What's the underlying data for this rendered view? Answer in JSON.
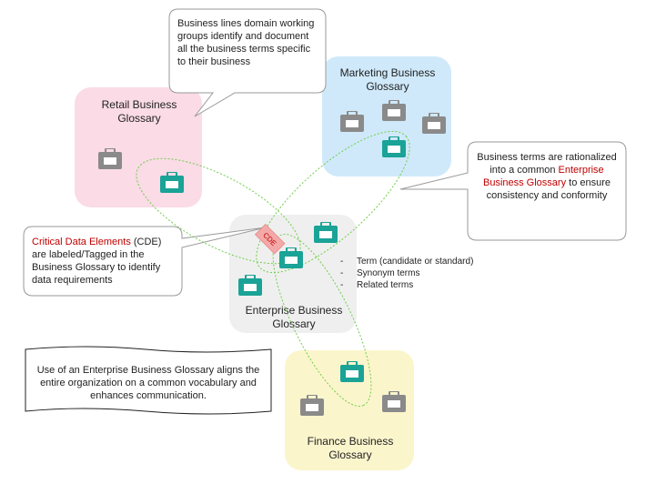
{
  "glossaries": {
    "retail": {
      "line1": "Retail Business",
      "line2": "Glossary"
    },
    "marketing": {
      "line1": "Marketing Business",
      "line2": "Glossary"
    },
    "enterprise": {
      "line1": "Enterprise Business",
      "line2": "Glossary"
    },
    "finance": {
      "line1": "Finance Business",
      "line2": "Glossary"
    }
  },
  "callouts": {
    "top": {
      "text": "Business lines domain working groups identify and document all the business terms specific to their business"
    },
    "right": {
      "pre": "Business terms are rationalized into a common ",
      "highlight": "Enterprise Business Glossary",
      "post": " to ensure consistency and conformity"
    },
    "left": {
      "highlight": "Critical Data Elements",
      "post": " (CDE) are labeled/Tagged in the Business Glossary to identify data requirements"
    },
    "bottom": {
      "text": "Use of an Enterprise Business Glossary aligns the entire organization on a common vocabulary and enhances communication."
    }
  },
  "cde_tag": "CDE",
  "term_list": [
    {
      "dash": "-",
      "label": "Term (candidate or standard)"
    },
    {
      "dash": "-",
      "label": "Synonym terms"
    },
    {
      "dash": "-",
      "label": "Related terms"
    }
  ],
  "colors": {
    "retail_bg": "#fadbe6",
    "marketing_bg": "#cfe9fa",
    "enterprise_bg": "#efefef",
    "finance_bg": "#fbf5cc",
    "teal_icon": "#1aa396",
    "gray_icon": "#8a8a8a",
    "red_text": "#c00000",
    "dotted_ellipse": "#6fce4a",
    "cde_tag": "#f4a9a9"
  },
  "icons": [
    "briefcase-icon",
    "briefcase-icon"
  ]
}
